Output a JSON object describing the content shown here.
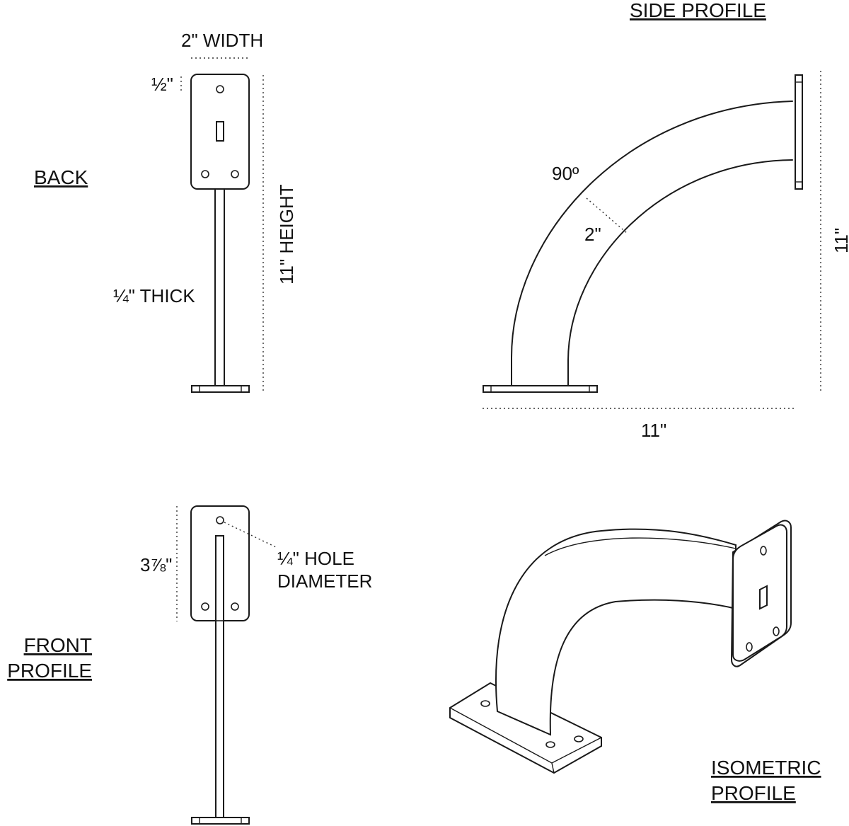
{
  "labels": {
    "back": "BACK",
    "side_profile": "SIDE PROFILE",
    "front_profile_line1": "FRONT",
    "front_profile_line2": "PROFILE",
    "isometric_line1": "ISOMETRIC",
    "isometric_line2": "PROFILE"
  },
  "dimensions": {
    "width": "2\" WIDTH",
    "half_inch": "½\"",
    "height": "11\" HEIGHT",
    "thickness": "¼\" THICK",
    "angle": "90º",
    "bend_width": "2\"",
    "side_height": "11\"",
    "side_length": "11\"",
    "hole_spacing": "3⅞\"",
    "hole_line1": "¼\" HOLE",
    "hole_line2": "DIAMETER"
  }
}
